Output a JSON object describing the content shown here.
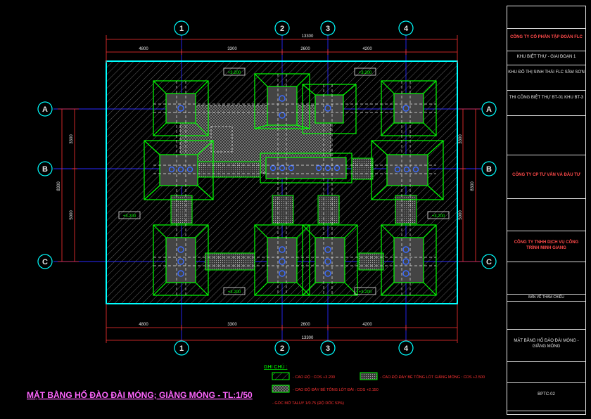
{
  "title": "MẶT BẰNG HỐ ĐÀO ĐÀI MÓNG; GIẰNG MÓNG - TL:1/50",
  "grid": {
    "columns": [
      "1",
      "2",
      "3",
      "4"
    ],
    "rows": [
      "A",
      "B",
      "C"
    ]
  },
  "dims_top": {
    "total": "13300",
    "segments": [
      "4800",
      "3300",
      "2600",
      "4200"
    ]
  },
  "dims_bottom": {
    "total": "13300",
    "segments": [
      "4800",
      "3300",
      "2600",
      "4200"
    ]
  },
  "dims_left": {
    "total": "8300",
    "segments": [
      "3300",
      "5000"
    ]
  },
  "dims_right": {
    "total": "8300",
    "segments": [
      "3300",
      "5000"
    ]
  },
  "level_tags": [
    "+3.200",
    "+3.200",
    "+3.200",
    "+3.200",
    "+3.200",
    "+3.200"
  ],
  "legend": {
    "heading": "GHI CHÚ :",
    "items": [
      "- CAO ĐỘ : COS +3.200",
      "- CAO ĐỘ ĐÁY BÊ TÔNG LÓT GIẰNG MÓNG : COS +2.500",
      "- CAO ĐỘ ĐÁY BÊ TÔNG LÓT ĐÀI : COS +2.150"
    ],
    "note": "- GÓC MỞ TALUY 1/0.75 (ĐỘ DỐC 53%)"
  },
  "title_block": {
    "company": "CÔNG TY CỔ PHẦN TẬP ĐOÀN FLC",
    "project_a": "KHU BIỆT THỰ - GIAI ĐOẠN 1",
    "project_b": "KHU ĐÔ THỊ SINH THÁI FLC SẦM SƠN",
    "work": "THI CÔNG BIỆT THỰ BT-01 KHU BT-3",
    "consultant": "CÔNG TY CP TƯ VẤN VÀ ĐẦU TƯ",
    "builder": "CÔNG TY TNHH DỊCH VỤ CÔNG TRÌNH MINH GIANG",
    "ref": "BẢN VẼ THAM CHIẾU",
    "sheet_title": "MẶT BẰNG HỐ ĐÀO ĐÀI MÓNG - GIẰNG MÓNG",
    "sheet_no": "BPTC-02"
  },
  "colors": {
    "cyan": "#00ffff",
    "green": "#00ff00",
    "red": "#ff3333",
    "blue": "#2a2aff",
    "white": "#e8e8e8",
    "hatch": "#8a8a8a"
  }
}
